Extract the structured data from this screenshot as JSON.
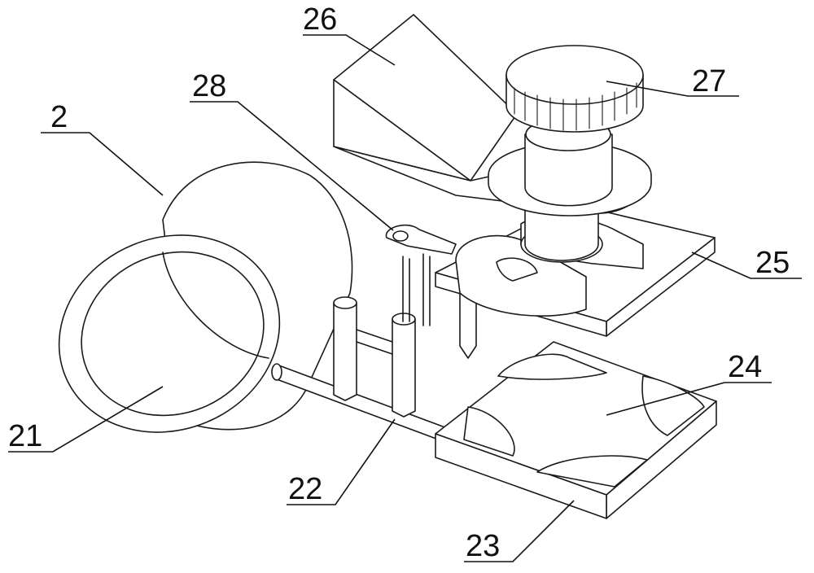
{
  "figure": {
    "line_color": "#1a1a1a",
    "background": "#ffffff",
    "callouts": [
      {
        "id": "c26",
        "label": "26"
      },
      {
        "id": "c27",
        "label": "27"
      },
      {
        "id": "c28",
        "label": "28"
      },
      {
        "id": "c2",
        "label": "2"
      },
      {
        "id": "c25",
        "label": "25"
      },
      {
        "id": "c24",
        "label": "24"
      },
      {
        "id": "c21",
        "label": "21"
      },
      {
        "id": "c22",
        "label": "22"
      },
      {
        "id": "c23",
        "label": "23"
      }
    ]
  }
}
